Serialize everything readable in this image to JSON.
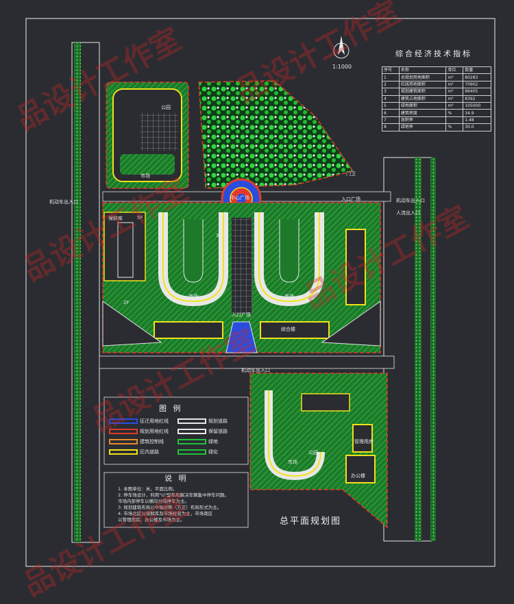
{
  "drawing": {
    "title": "总平面规划图",
    "scale": "1:1000",
    "colors": {
      "background": "#2a2c31",
      "green": "#22c23a",
      "yellow": "#f2e21a",
      "red": "#e23a2a",
      "blue": "#2a4de0",
      "white": "#e8e8e8"
    }
  },
  "tech_table": {
    "title": "综合经济技术指标",
    "headers": [
      "序号",
      "名称",
      "单位",
      "数量"
    ],
    "rows": [
      [
        "1",
        "总规划用地面积",
        "m²",
        "80283"
      ],
      [
        "2",
        "红线用地面积",
        "m²",
        "70902"
      ],
      [
        "3",
        "规划建筑面积",
        "m²",
        "96405"
      ],
      [
        "4",
        "建筑占地面积",
        "m²",
        "8392"
      ],
      [
        "5",
        "绿地面积",
        "m²",
        "105000"
      ],
      [
        "6",
        "建筑密度",
        "%",
        "34.9"
      ],
      [
        "7",
        "容积率",
        "",
        "1.48"
      ],
      [
        "8",
        "绿地率",
        "%",
        "30.0"
      ]
    ]
  },
  "map_labels": {
    "park": "公园",
    "market_1": "市场",
    "central_plaza": "中心广场",
    "entrance_plaza": "入口广场",
    "vehicle_entrance_1": "机动车出入口",
    "vehicle_entrance_2": "机动车出入口",
    "vehicle_entrance_3": "机动车出入口",
    "pedestrian_entrance": "人流出入口",
    "entrance_plaza_east": "入口广场",
    "gate": "门卫",
    "cold_storage": "保鲜库",
    "market_2": "市场",
    "market_3": "市场",
    "building_center": "综合楼",
    "market_4": "市场",
    "park_2": "公园",
    "management": "管理用房",
    "office": "办公楼",
    "floor_3f": "3F",
    "floor_2f": "2F",
    "floor_5f": "5F"
  },
  "legend": {
    "title": "图  例",
    "items": [
      {
        "label": "征迁用地红线",
        "color": "#2a4de0"
      },
      {
        "label": "规划道路",
        "color": "#e8e8e8"
      },
      {
        "label": "规划用地红线",
        "color": "#e23a2a"
      },
      {
        "label": "保留道路",
        "color": "#e8e8e8"
      },
      {
        "label": "建筑控制线",
        "color": "#e88a2a"
      },
      {
        "label": "绿地",
        "color": "#22c23a"
      },
      {
        "label": "区内道路",
        "color": "#f2e21a"
      },
      {
        "label": "绿化",
        "color": "#22c23a"
      }
    ]
  },
  "notes": {
    "title": "说  明",
    "lines": [
      "1. 本图单位：米，平面比例。",
      "2. 停车场设计，利用\"U\"型布局解决车辆集中停车问题。",
      "   市场内部停车以横向分隔停车为主。",
      "3. 规划建筑布局以中轴对称（方正）布局形式为主。",
      "4. 市场北区以保鲜库及市场经营为主，市场南区",
      "   以管理用房、办公楼及市场为主。"
    ]
  },
  "watermark": "品设计工作室"
}
